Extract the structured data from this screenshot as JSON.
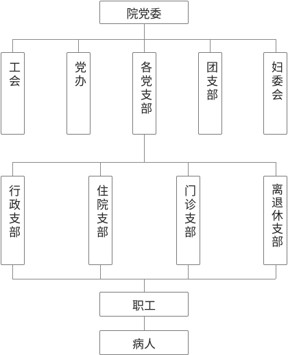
{
  "nodes": {
    "root": "院党委",
    "level1": [
      "工会",
      "党办",
      "各党支部",
      "团支部",
      "妇委会"
    ],
    "level2": [
      "行政支部",
      "住院支部",
      "门诊支部",
      "离退休支部"
    ],
    "staff": "职工",
    "patients": "病人"
  }
}
